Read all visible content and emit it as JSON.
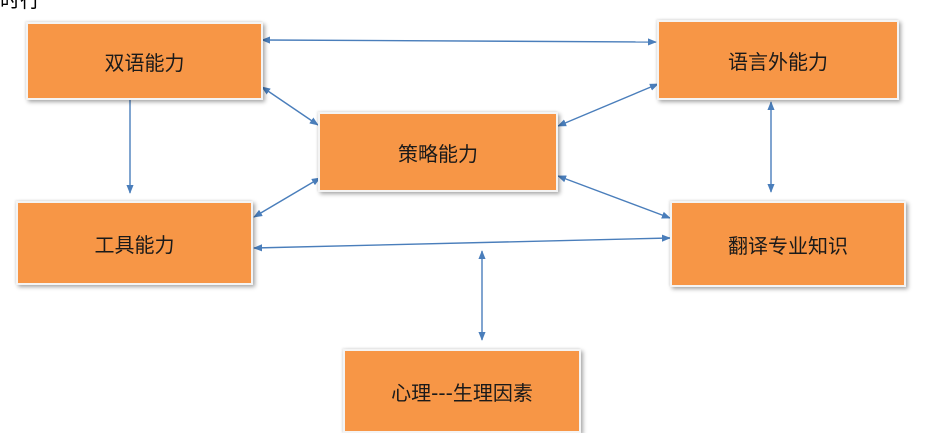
{
  "top_text": "时行",
  "nodes": {
    "bilingual": "双语能力",
    "extralinguistic": "语言外能力",
    "strategic": "策略能力",
    "instrumental": "工具能力",
    "translation_knowledge": "翻译专业知识",
    "psycho_physiological": "心理---生理因素"
  },
  "colors": {
    "box_fill": "#f79646",
    "arrow": "#4a7ebb"
  }
}
